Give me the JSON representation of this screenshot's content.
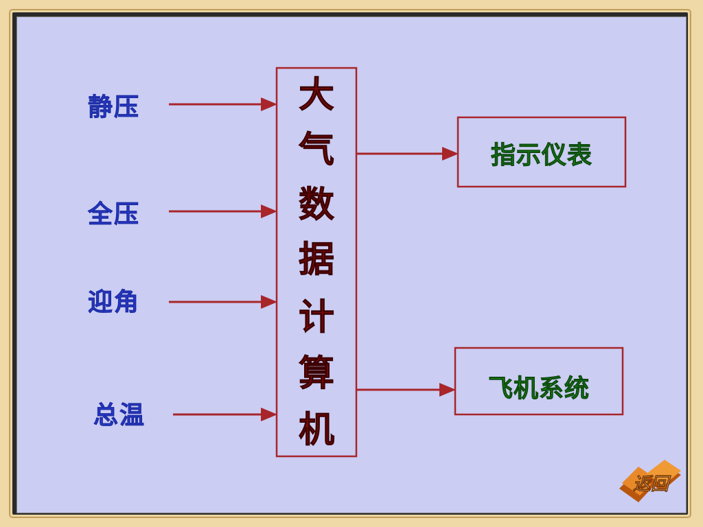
{
  "inputs": [
    {
      "id": "static-pressure",
      "label": "静压"
    },
    {
      "id": "total-pressure",
      "label": "全压"
    },
    {
      "id": "angle-of-attack",
      "label": "迎角"
    },
    {
      "id": "total-temperature",
      "label": "总温"
    }
  ],
  "computer": {
    "chars": [
      "大",
      "气",
      "数",
      "据",
      "计",
      "算",
      "机"
    ]
  },
  "outputs": [
    {
      "id": "indicator-instruments",
      "label": "指示仪表"
    },
    {
      "id": "aircraft-systems",
      "label": "飞机系统"
    }
  ],
  "return_button": {
    "label": "返回"
  },
  "colors": {
    "background": "#cbcdf3",
    "input_text": "#2c3fd8",
    "computer_text": "#7a0a0a",
    "output_text": "#1d8a1d",
    "lines": "#a8252a",
    "button": "#e07a1a"
  }
}
